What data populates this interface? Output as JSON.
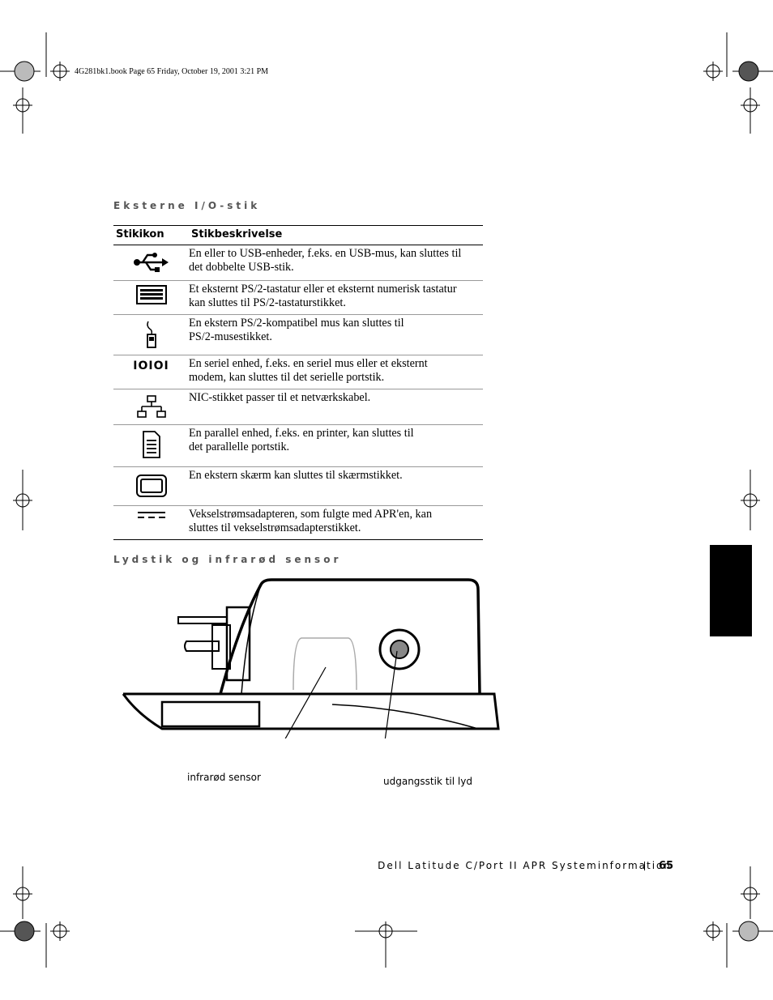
{
  "slug": "4G281bk1.book  Page 65  Friday, October 19, 2001  3:21 PM",
  "section1_title": "Eksterne I/O-stik",
  "table": {
    "headers": [
      "Stikikon",
      "Stikbeskrivelse"
    ],
    "rows": [
      {
        "icon": "usb-icon",
        "description": "En eller to USB-enheder, f.eks. en USB-mus, kan sluttes til det dobbelte USB-stik."
      },
      {
        "icon": "keyboard-icon",
        "description": "Et eksternt PS/2-tastatur eller et eksternt numerisk tastatur kan sluttes til PS/2-tastaturstikket."
      },
      {
        "icon": "mouse-icon",
        "description": "En ekstern PS/2-kompatibel mus kan sluttes til PS/2-musestikket."
      },
      {
        "icon": "serial-port-icon",
        "icon_text": "IOIOI",
        "description": "En seriel enhed, f.eks. en seriel mus eller et eksternt modem, kan sluttes til det serielle portstik."
      },
      {
        "icon": "network-icon",
        "description": "NIC-stikket passer til et netværkskabel."
      },
      {
        "icon": "parallel-printer-icon",
        "description": "En parallel enhed, f.eks. en printer, kan sluttes til det parallelle portstik."
      },
      {
        "icon": "monitor-icon",
        "description": "En ekstern skærm kan sluttes til skærmstikket."
      },
      {
        "icon": "dc-power-icon",
        "description": "Vekselstrømsadapteren, som fulgte med APR'en, kan sluttes til vekselstrømsadapterstikket."
      }
    ]
  },
  "section2_title": "Lydstik og infrarød sensor",
  "callouts": {
    "infrared": "infrarød sensor",
    "audio": "udgangsstik til lyd"
  },
  "footer": {
    "title": "Dell Latitude C/Port II APR Systeminformation",
    "page": "65"
  }
}
